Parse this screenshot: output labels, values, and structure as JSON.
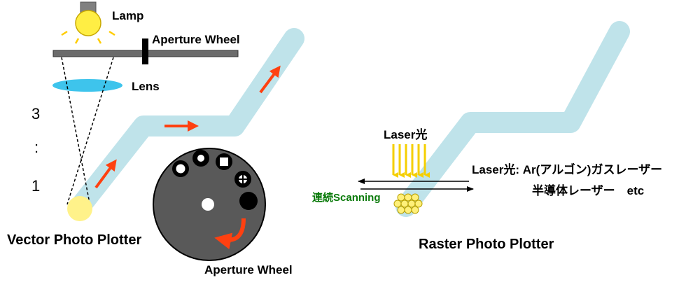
{
  "left": {
    "lamp_label": "Lamp",
    "aperture_wheel_top_label": "Aperture Wheel",
    "lens_label": "Lens",
    "ratio_numerator": "3",
    "ratio_separator": ":",
    "ratio_denominator": "1",
    "title": "Vector Photo Plotter",
    "aperture_wheel_bottom_label": "Aperture Wheel"
  },
  "right": {
    "laser_label": "Laser光",
    "laser_types_line1": "Laser光: Ar(アルゴン)ガスレーザー",
    "laser_types_line2": "半導体レーザー　etc",
    "scan_label": "連続Scanning",
    "title": "Raster Photo Plotter"
  },
  "colors": {
    "light_path": "#bfe3ea",
    "arrow": "#ff4010",
    "lamp_glow": "#ffee66",
    "lens": "#3ec4ec",
    "wheel": "#595959",
    "laser_beam": "#f5cf00",
    "spot": "#fff07a",
    "scan_text": "#0a7a0a"
  }
}
